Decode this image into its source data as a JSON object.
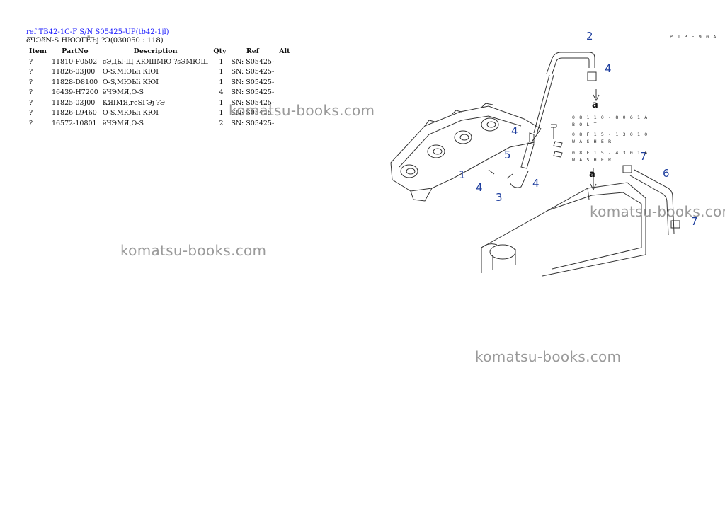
{
  "header": {
    "ref_link": "ref",
    "model_link": "TB42-1C-F S/N S05425-UP(tb42-1jl)",
    "subtitle": "ёЧЭёN-S НЮЭГЁЪj ?Э(030050 : 118)"
  },
  "table": {
    "columns": [
      "Item",
      "PartNo",
      "Description",
      "Qty",
      "Ref",
      "Alt"
    ],
    "rows": [
      {
        "item": "?",
        "partno": "11810-F0502",
        "desc": "єЭДЫ-Щ КЮЩМЮ ?sЭМЮШ",
        "qty": "1",
        "ref": "SN: S05425-",
        "alt": ""
      },
      {
        "item": "?",
        "partno": "11826-03J00",
        "desc": "О-S,МЮЫi КЮI",
        "qty": "1",
        "ref": "SN: S05425-",
        "alt": ""
      },
      {
        "item": "?",
        "partno": "11828-D8100",
        "desc": "О-S,МЮЫi КЮI",
        "qty": "1",
        "ref": "SN: S05425-",
        "alt": ""
      },
      {
        "item": "?",
        "partno": "16439-H7200",
        "desc": "ёЧЭМЯ,О-S",
        "qty": "4",
        "ref": "SN: S05425-",
        "alt": ""
      },
      {
        "item": "?",
        "partno": "11825-03J00",
        "desc": "КЯIМЯ,гёЅГЭj ?Э",
        "qty": "1",
        "ref": "SN: S05425-",
        "alt": ""
      },
      {
        "item": "?",
        "partno": "11826-L9460",
        "desc": "О-S,МЮЫi КЮI",
        "qty": "1",
        "ref": "SN: S05425-",
        "alt": ""
      },
      {
        "item": "?",
        "partno": "16572-10801",
        "desc": "ёЧЭМЯ,О-S",
        "qty": "2",
        "ref": "SN: S05425-",
        "alt": ""
      }
    ]
  },
  "watermarks": [
    "komatsu-books.com",
    "komatsu-books.com",
    "komatsu-books.com",
    "komatsu-books.com"
  ],
  "diagram": {
    "drawing_code": "P J P E 9 0 A",
    "callouts": [
      "2",
      "4",
      "4",
      "5",
      "1",
      "4",
      "3",
      "4",
      "7",
      "6",
      "7"
    ],
    "arrow_labels": [
      "a",
      "a"
    ],
    "part_notes": {
      "n1_code": "0 8 1 1 0 - 8 0 6 1 A",
      "n1_name": "B O L T",
      "n2_code": "0 8 F 1 5 - 1 3 0 1 0",
      "n2_name": "W A S H E R",
      "n3_code": "0 8 F 1 5 - 4 3 0 1 A",
      "n3_name": "W A S H E R"
    }
  }
}
